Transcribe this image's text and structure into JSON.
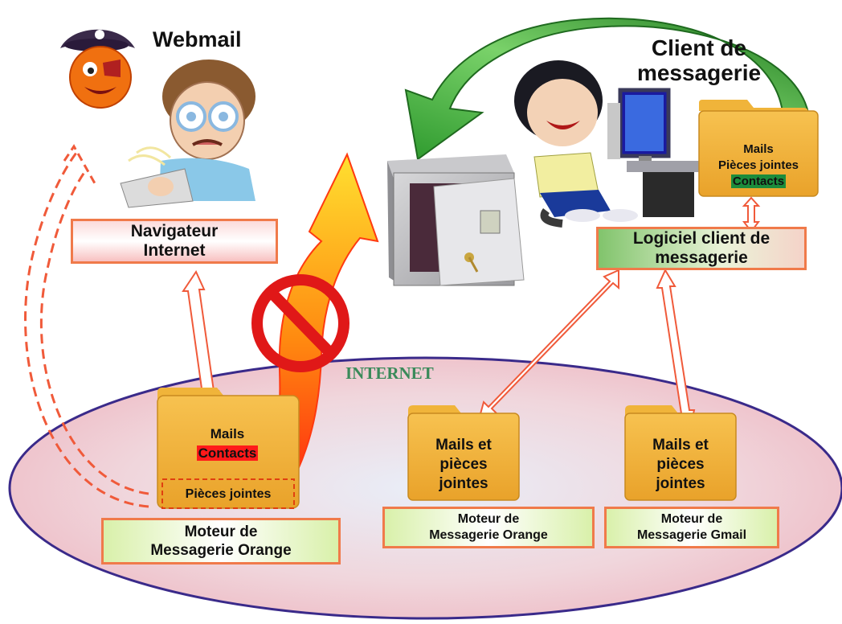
{
  "labels": {
    "webmail": "Webmail",
    "client_title_line1": "Client de",
    "client_title_line2": "messagerie",
    "internet": "INTERNET"
  },
  "boxes": {
    "navigateur_line1": "Navigateur",
    "navigateur_line2": "Internet",
    "logiciel_line1": "Logiciel client de",
    "logiciel_line2": "messagerie",
    "moteur_orange_left_line1": "Moteur de",
    "moteur_orange_left_line2": "Messagerie Orange",
    "moteur_orange_mid_line1": "Moteur de",
    "moteur_orange_mid_line2": "Messagerie Orange",
    "moteur_gmail_line1": "Moteur de",
    "moteur_gmail_line2": "Messagerie Gmail"
  },
  "folders": {
    "client_folder": {
      "mails": "Mails",
      "pieces": "Pièces jointes",
      "contacts": "Contacts"
    },
    "webmail_folder": {
      "mails": "Mails",
      "contacts": "Contacts",
      "pieces": "Pièces jointes"
    },
    "orange_folder": {
      "line1": "Mails et",
      "line2": "pièces",
      "line3": "jointes"
    },
    "gmail_folder": {
      "line1": "Mails et",
      "line2": "pièces",
      "line3": "jointes"
    }
  },
  "colors": {
    "ellipse_fill": "#f2c6cc",
    "ellipse_stroke": "#3a2a8a",
    "arrow_red": "#f05a3a",
    "folder": "#f3b13a",
    "green_arrow": "#2e9a2e",
    "forbidden": "#e01818",
    "internet_text": "#3a8a5a"
  }
}
